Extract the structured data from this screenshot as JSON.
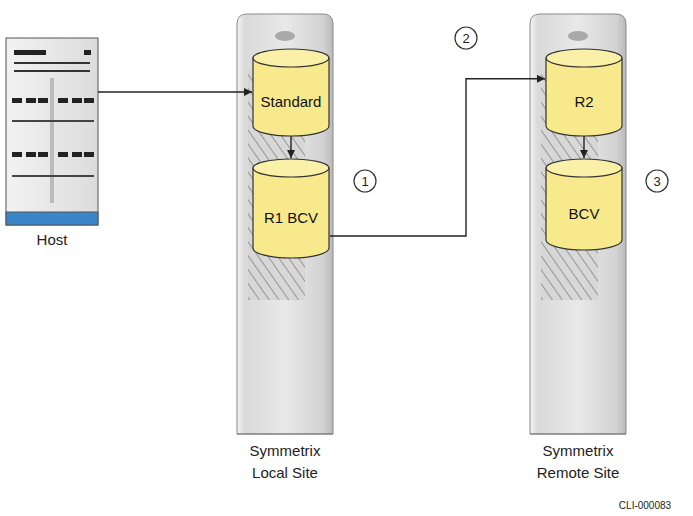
{
  "diagram": {
    "nodes": [
      {
        "text": [
          "Host"
        ]
      },
      {
        "text": [
          "Symmetrix Local Site"
        ]
      },
      {
        "text": [
          "Standard"
        ],
        "in": 1
      },
      {
        "text": [
          "R1 BCV"
        ],
        "in": 1
      },
      {
        "text": [
          "Symmetrix Remote Site"
        ]
      },
      {
        "text": [
          "R2"
        ],
        "in": 4
      },
      {
        "text": [
          "BCV"
        ],
        "in": 4
      }
    ],
    "edges": [
      {
        "from": 0,
        "to": 2,
        "arrow": "to"
      },
      {
        "from": 2,
        "to": 3,
        "arrow": "to"
      },
      {
        "from": 3,
        "to": 5,
        "arrow": "to"
      },
      {
        "from": 5,
        "to": 6,
        "arrow": "to"
      }
    ],
    "labels": [
      "1",
      "2",
      "3",
      "CLI-000083"
    ]
  }
}
